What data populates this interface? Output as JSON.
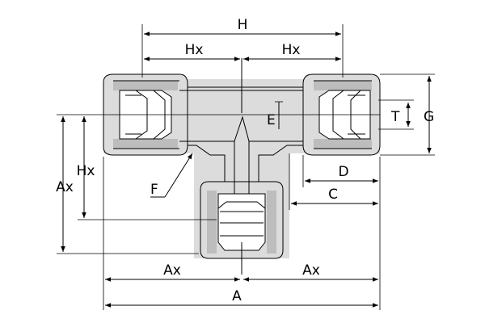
{
  "labels": {
    "H": "H",
    "Hx_top_left": "Hx",
    "Hx_top_right": "Hx",
    "Hx_vertical": "Hx",
    "Ax_vertical": "Ax",
    "Ax_bottom_left": "Ax",
    "Ax_bottom_right": "Ax",
    "A": "A",
    "E": "E",
    "T": "T",
    "G": "G",
    "D": "D",
    "C": "C",
    "F": "F"
  },
  "colors": {
    "body": "#dcdcdc",
    "shade": "#bdbdbd",
    "line": "#000000"
  }
}
